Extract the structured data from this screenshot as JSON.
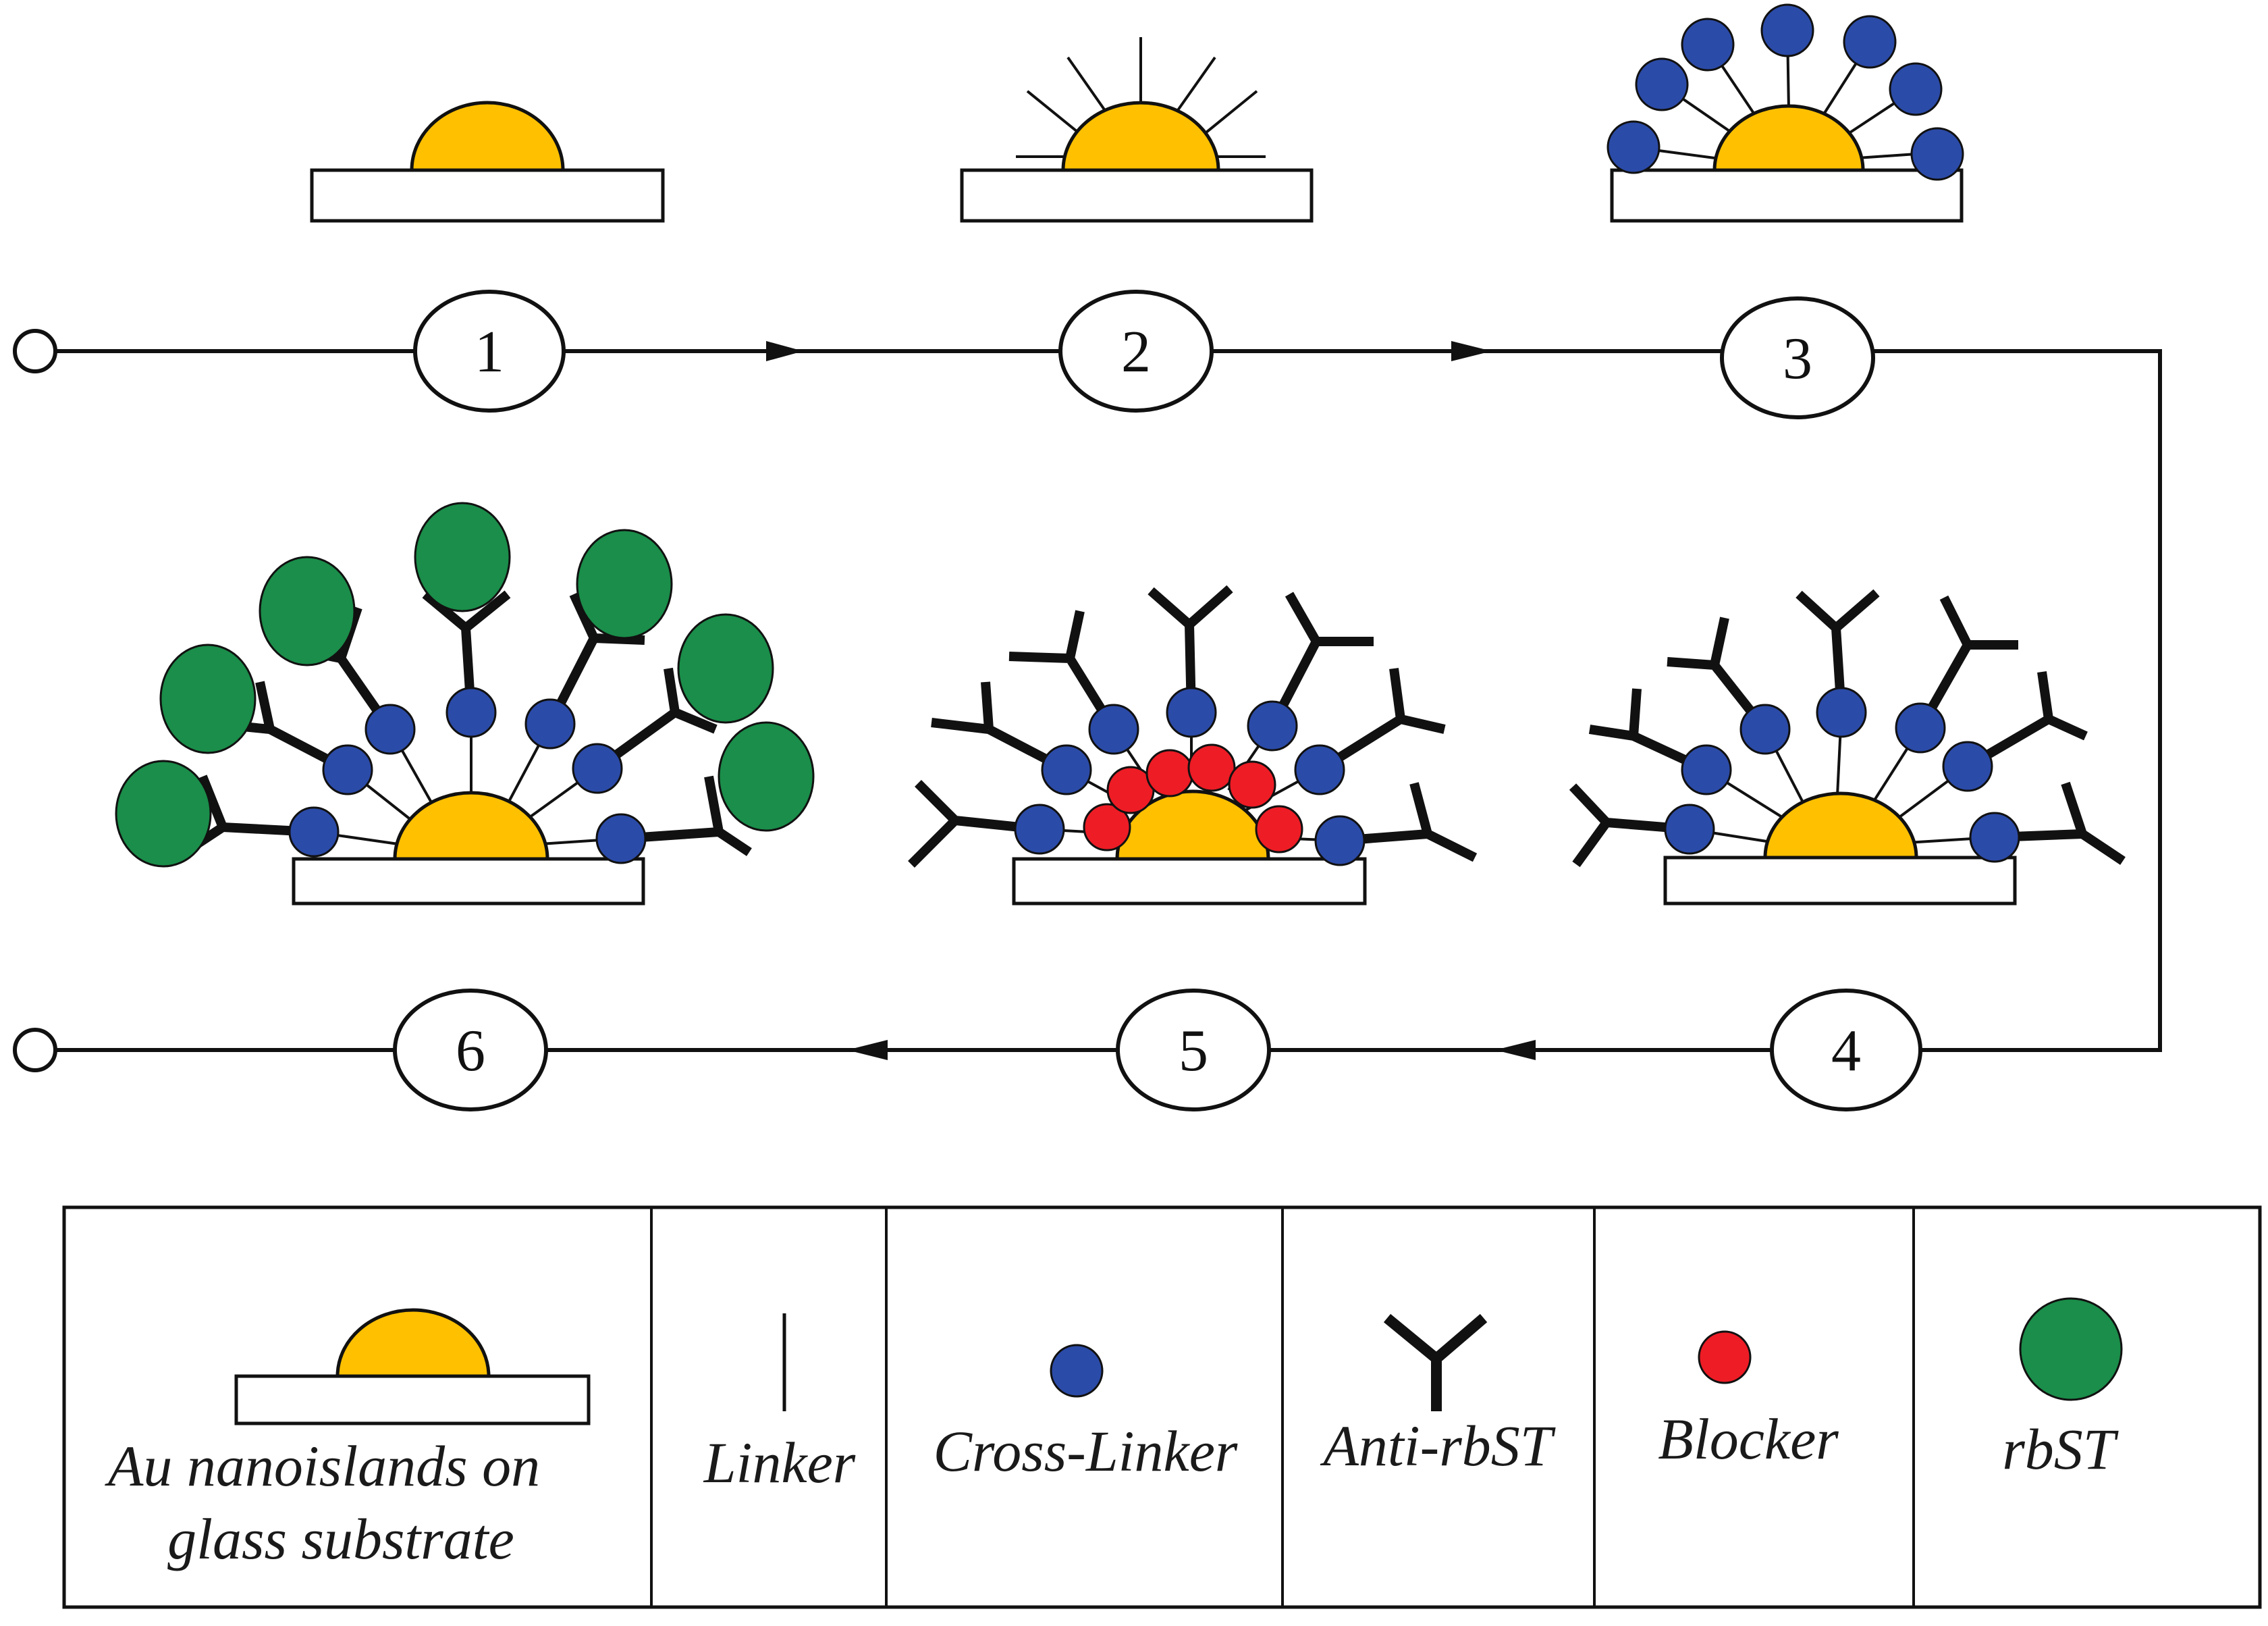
{
  "figure": {
    "colors": {
      "gold": "#FFC000",
      "cross_linker": "#2B4BA8",
      "blocker": "#EE1C25",
      "rbst": "#1A8E4A",
      "line": "#111111",
      "substrate_fill": "#FFFFFF"
    },
    "steps": [
      "1",
      "2",
      "3",
      "4",
      "5",
      "6"
    ]
  },
  "legend": {
    "items": [
      {
        "label_lines": [
          "Au nanoislands on",
          "glass substrate"
        ],
        "icon": "au-island-on-substrate-icon"
      },
      {
        "label_lines": [
          "Linker"
        ],
        "icon": "linker-icon"
      },
      {
        "label_lines": [
          "Cross-Linker"
        ],
        "icon": "cross-linker-icon"
      },
      {
        "label_lines": [
          "Anti-rbST"
        ],
        "icon": "antibody-icon"
      },
      {
        "label_lines": [
          "Blocker"
        ],
        "icon": "blocker-icon"
      },
      {
        "label_lines": [
          "rbST"
        ],
        "icon": "rbst-icon"
      }
    ]
  }
}
